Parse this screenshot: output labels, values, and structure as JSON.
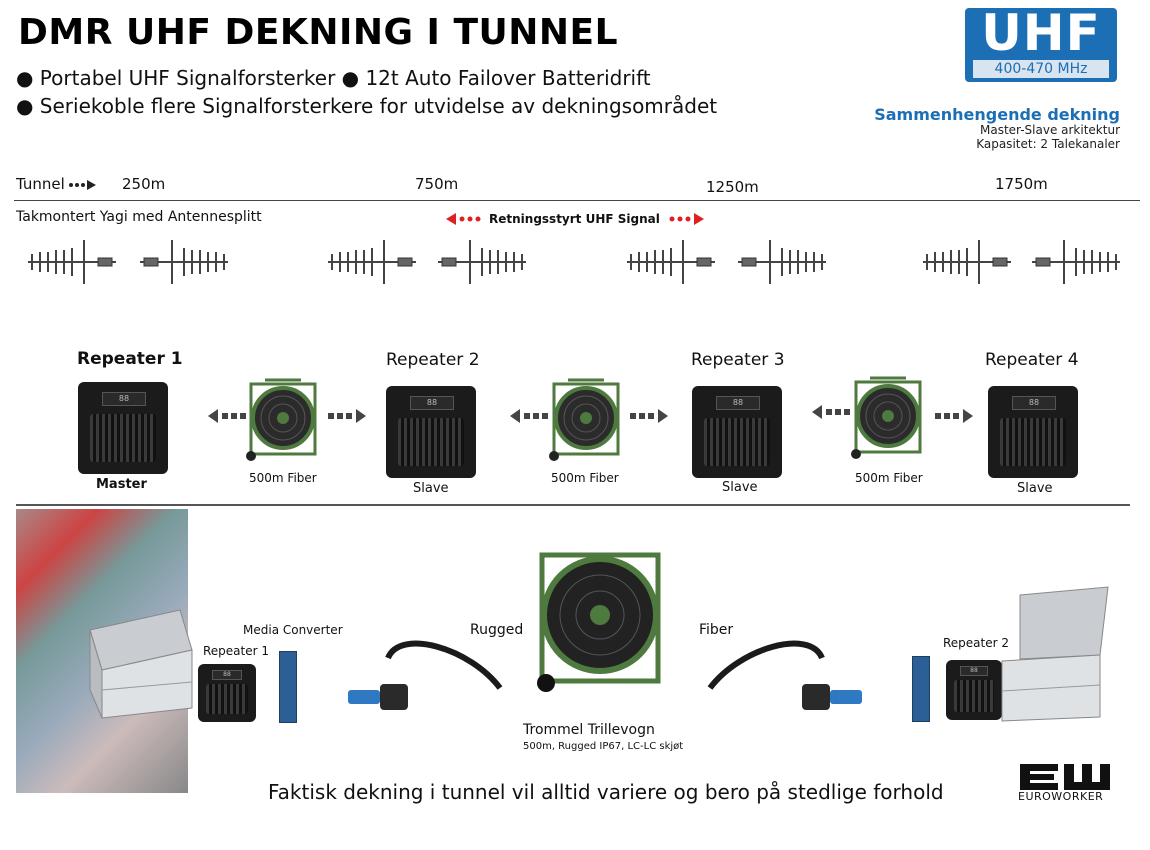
{
  "header": {
    "title": "DMR UHF DEKNING I TUNNEL",
    "bullet1": "● Portabel UHF Signalforsterker ● 12t Auto Failover Batteridrift",
    "bullet2": "● Seriekoble flere Signalforsterkere for utvidelse av dekningsområdet"
  },
  "uhf_logo": {
    "big": "UHF",
    "band": "400-470 MHz",
    "color": "#1c6fb5"
  },
  "info": {
    "title": "Sammenhengende dekning",
    "line1": "Master-Slave arkitektur",
    "line2": "Kapasitet: 2 Talekanaler"
  },
  "ruler": {
    "tunnel_label": "Tunnel",
    "distances": [
      "250m",
      "750m",
      "1250m",
      "1750m"
    ]
  },
  "antennas": {
    "label": "Takmontert Yagi med Antennesplitt",
    "signal_label": "Retningsstyrt UHF Signal",
    "signal_color": "#e02020"
  },
  "repeaters": [
    {
      "name": "Repeater 1",
      "role": "Master",
      "display": "88"
    },
    {
      "name": "Repeater 2",
      "role": "Slave",
      "display": "88"
    },
    {
      "name": "Repeater 3",
      "role": "Slave",
      "display": "88"
    },
    {
      "name": "Repeater 4",
      "role": "Slave",
      "display": "88"
    }
  ],
  "fiber_links": [
    "500m Fiber",
    "500m Fiber",
    "500m Fiber"
  ],
  "equipment": {
    "media_converter": "Media Converter",
    "repeater_1": "Repeater 1",
    "repeater_2": "Repeater 2",
    "rugged": "Rugged",
    "fiber": "Fiber",
    "drum_title": "Trommel Trillevogn",
    "drum_sub": "500m, Rugged IP67, LC-LC skjøt"
  },
  "footer": {
    "note": "Faktisk dekning i tunnel vil alltid variere og bero på stedlige forhold",
    "brand": "EUROWORKER"
  }
}
